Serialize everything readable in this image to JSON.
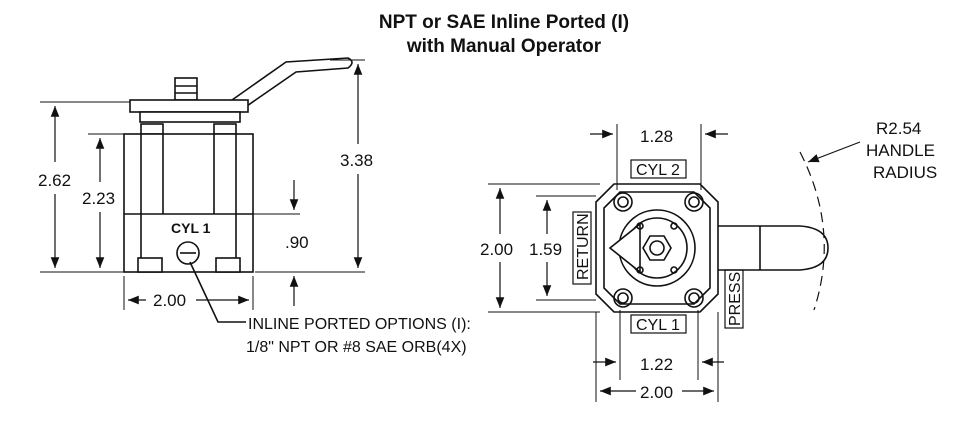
{
  "title": {
    "line1": "NPT or SAE Inline Ported (I)",
    "line2": "with Manual Operator"
  },
  "side_view": {
    "port_label": "CYL 1",
    "dims": {
      "overall_height": "2.62",
      "body_height": "2.23",
      "handle_height": "3.38",
      "port_height": ".90",
      "width": "2.00"
    },
    "callout_line1": "INLINE PORTED OPTIONS (I):",
    "callout_line2": "1/8\" NPT OR #8 SAE ORB(4X)"
  },
  "top_view": {
    "port_labels": {
      "cyl2": "CYL 2",
      "cyl1": "CYL 1",
      "return": "RETURN",
      "press": "PRESS"
    },
    "dims": {
      "top_spacing": "1.28",
      "bottom_spacing": "1.22",
      "overall_width": "2.00",
      "overall_height": "2.00",
      "inner_height": "1.59"
    },
    "radius_line1": "R2.54",
    "radius_line2": "HANDLE",
    "radius_line3": "RADIUS"
  }
}
